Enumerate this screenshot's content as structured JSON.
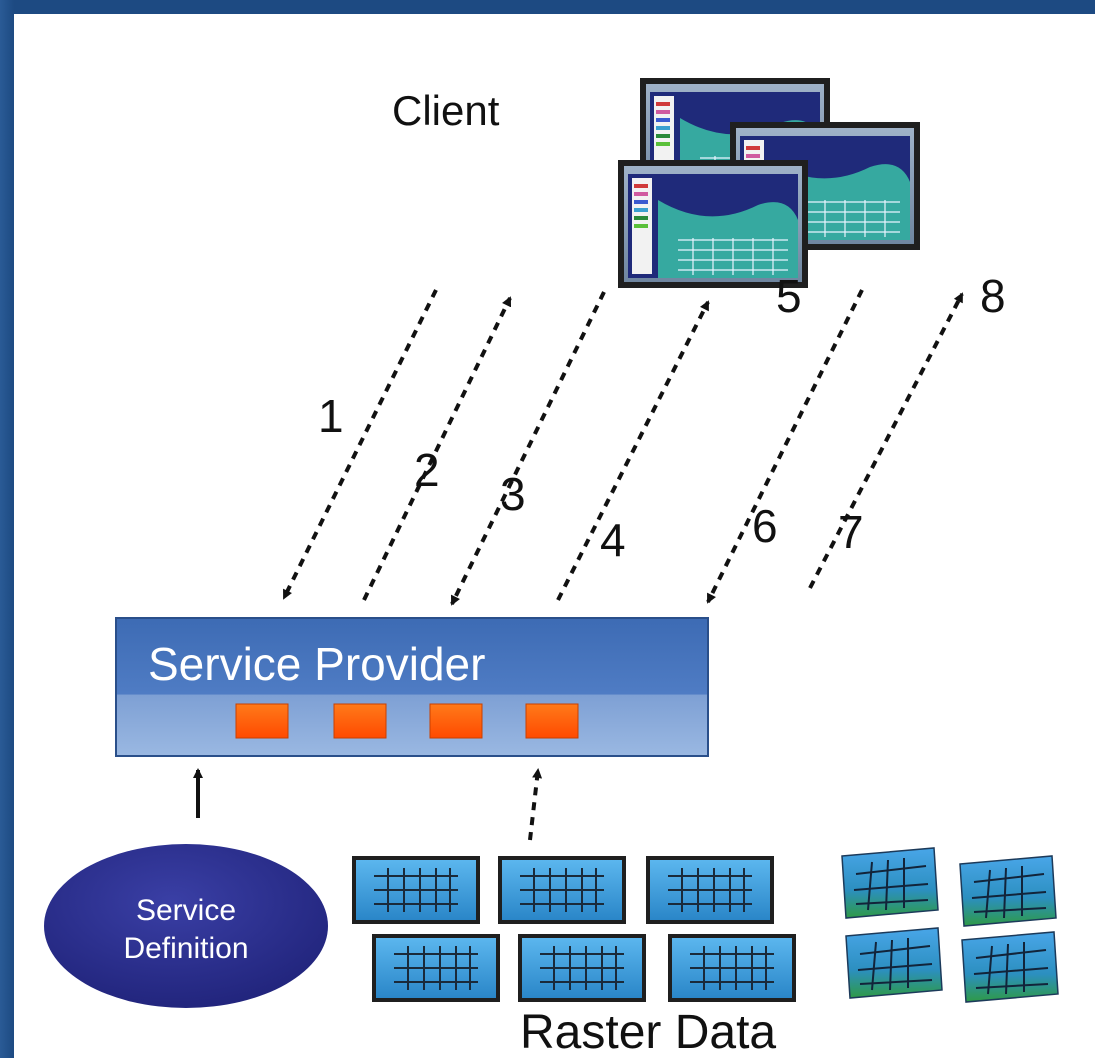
{
  "client": {
    "label": "Client"
  },
  "service_provider": {
    "label": "Service Provider"
  },
  "service_definition": {
    "line1": "Service",
    "line2": "Definition"
  },
  "raster_data": {
    "label": "Raster Data"
  },
  "steps": [
    "1",
    "2",
    "3",
    "4",
    "5",
    "6",
    "7",
    "8"
  ],
  "colors": {
    "frame": "#1f4d86",
    "provider_top": "#3d6bb4",
    "provider_bottom": "#8fb0dc",
    "module": "#ff5a00",
    "definition_oval": "#2b2f8c",
    "raster_tile": "#3a9ad8",
    "raster_tile_warped_bottom": "#2f9a4a"
  },
  "icons": [
    "screen-icon",
    "raster-tile-icon",
    "arrow-icon"
  ]
}
